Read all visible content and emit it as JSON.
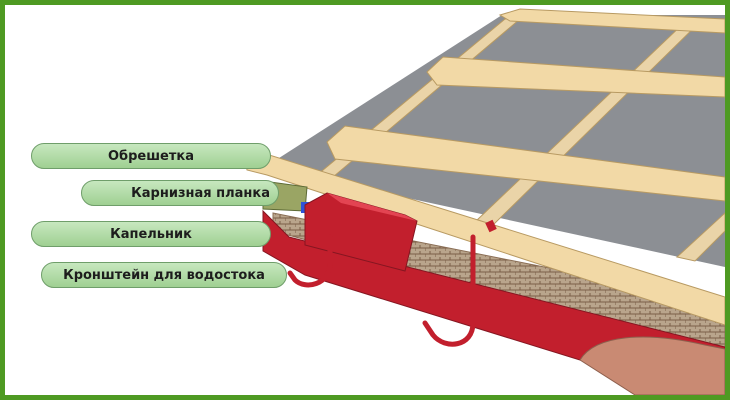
{
  "labels": {
    "lathing": "Обрешетка",
    "eaves_strip": "Карнизная планка",
    "drip_edge": "Капельник",
    "gutter_bracket": "Кронштейн для водостока"
  },
  "colors": {
    "frame": "#4e9a22",
    "callout": "#a8d59c",
    "wood": "#f2d9a6",
    "membrane": "#8c8f94",
    "red_metal": "#c8202e"
  }
}
